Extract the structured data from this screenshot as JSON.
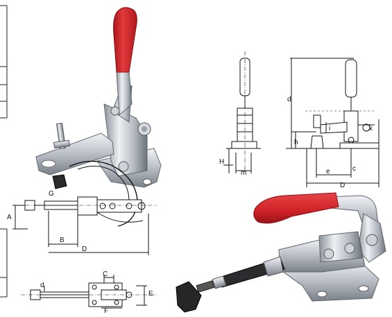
{
  "labels": {
    "top_right": {
      "d": "d",
      "h": "h",
      "i": "i",
      "e": "e",
      "c": "c",
      "D": "D",
      "k": "k"
    },
    "top_middle": {
      "H": "H",
      "m": "m"
    },
    "left_side": {
      "A": "A",
      "G": "G",
      "B": "B",
      "D": "D"
    },
    "bottom_left": {
      "d": "d",
      "C": "C",
      "E": "E",
      "F": "F"
    }
  },
  "colors": {
    "handle": "#d8282c",
    "handle_shadow": "#9c1418",
    "metal_light": "#e8eaee",
    "metal_mid": "#b8bcc4",
    "metal_dark": "#6a7078",
    "rubber": "#2a2a2a",
    "line": "#111111"
  },
  "icons": [
    "vertical-toggle-clamp",
    "push-pull-toggle-clamp",
    "spindle-assembly"
  ]
}
